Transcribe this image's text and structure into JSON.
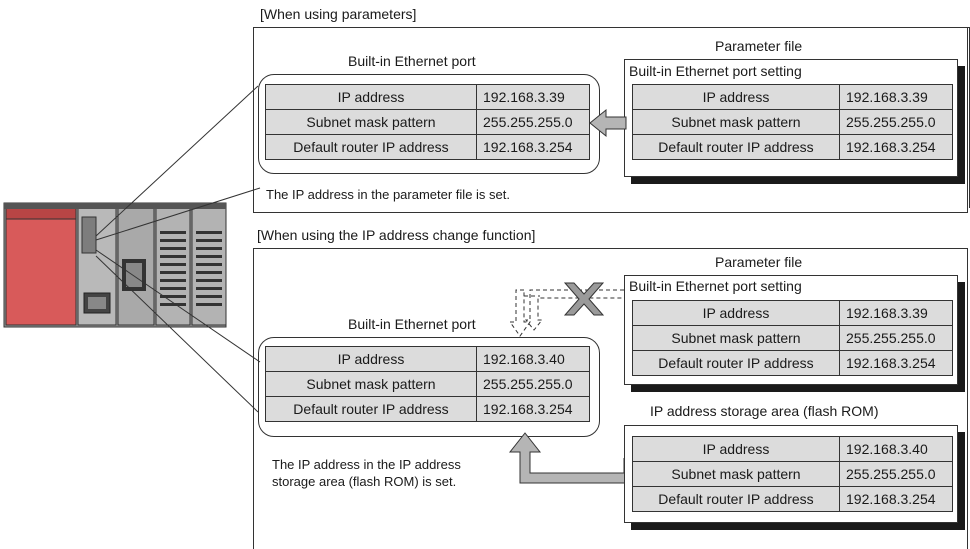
{
  "top_section": {
    "title": "[When using parameters]",
    "parameter_file_label": "Parameter file",
    "setting_label": "Built-in Ethernet port setting",
    "port_label": "Built-in Ethernet port",
    "note": "The IP address in the parameter file is set.",
    "port_rows": [
      {
        "label": "IP address",
        "value": "192.168.3.39"
      },
      {
        "label": "Subnet mask pattern",
        "value": "255.255.255.0"
      },
      {
        "label": "Default router IP address",
        "value": "192.168.3.254"
      }
    ],
    "param_rows": [
      {
        "label": "IP address",
        "value": "192.168.3.39"
      },
      {
        "label": "Subnet mask pattern",
        "value": "255.255.255.0"
      },
      {
        "label": "Default router IP address",
        "value": "192.168.3.254"
      }
    ]
  },
  "bottom_section": {
    "title": "[When using the IP address change function]",
    "parameter_file_label": "Parameter file",
    "setting_label": "Built-in Ethernet port setting",
    "port_label": "Built-in Ethernet port",
    "storage_label": "IP address storage area (flash ROM)",
    "note_line1": "The IP address in the IP address",
    "note_line2": "storage area (flash ROM) is set.",
    "port_rows": [
      {
        "label": "IP address",
        "value": "192.168.3.40"
      },
      {
        "label": "Subnet mask pattern",
        "value": "255.255.255.0"
      },
      {
        "label": "Default router IP address",
        "value": "192.168.3.254"
      }
    ],
    "param_rows": [
      {
        "label": "IP address",
        "value": "192.168.3.39"
      },
      {
        "label": "Subnet mask pattern",
        "value": "255.255.255.0"
      },
      {
        "label": "Default router IP address",
        "value": "192.168.3.254"
      }
    ],
    "storage_rows": [
      {
        "label": "IP address",
        "value": "192.168.3.40"
      },
      {
        "label": "Subnet mask pattern",
        "value": "255.255.255.0"
      },
      {
        "label": "Default router IP address",
        "value": "192.168.3.254"
      }
    ]
  },
  "icons": {
    "plc": "plc-module-icon",
    "cross": "cross-mark-icon"
  }
}
